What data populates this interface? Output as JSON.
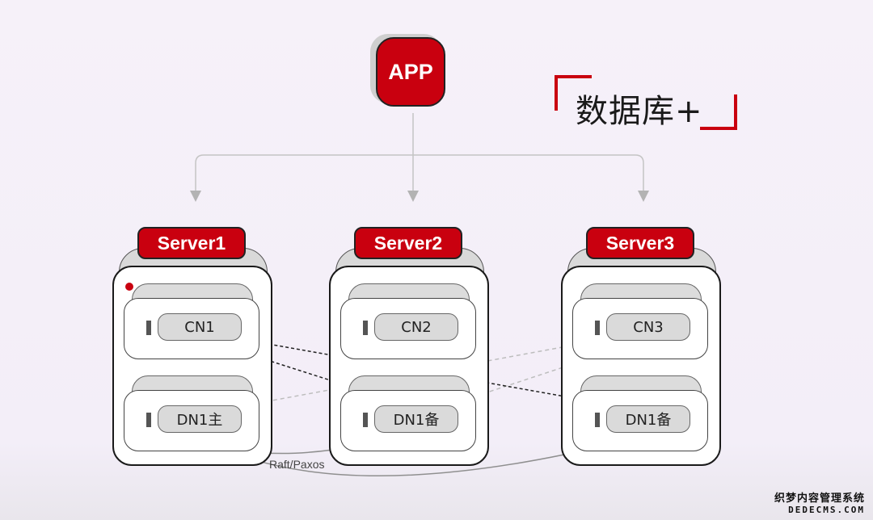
{
  "app": {
    "label": "APP"
  },
  "product_title": "数据库+",
  "servers": [
    {
      "label": "Server1",
      "cn": "CN1",
      "dn": "DN1主",
      "has_indicator": true
    },
    {
      "label": "Server2",
      "cn": "CN2",
      "dn": "DN1备",
      "has_indicator": false
    },
    {
      "label": "Server3",
      "cn": "CN3",
      "dn": "DN1备",
      "has_indicator": false
    }
  ],
  "replication_label": "Raft/Paxos",
  "colors": {
    "accent": "#c9000f",
    "node_fill": "#dadada",
    "connector": "#bdbdbd"
  },
  "watermark": {
    "line1": "织梦内容管理系统",
    "line2": "DEDECMS.COM"
  }
}
